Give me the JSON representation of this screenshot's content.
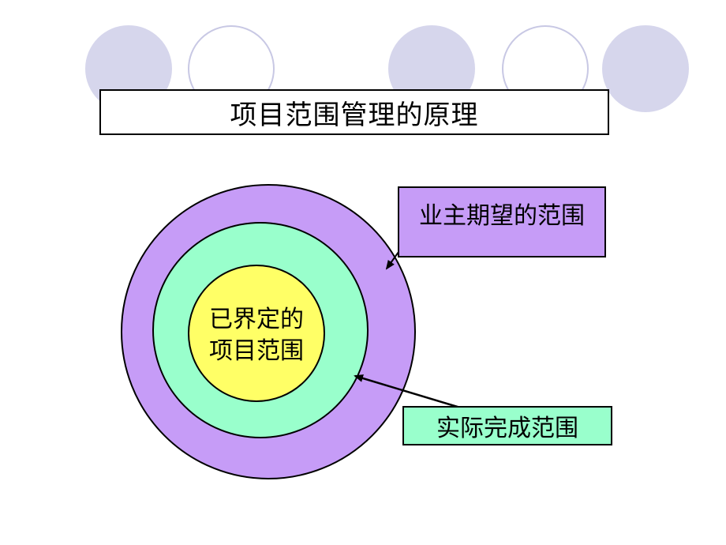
{
  "slide": {
    "title": "项目范围管理的原理"
  },
  "diagram": {
    "outer_label": "业主期望的范围",
    "middle_label": "实际完成范围",
    "inner_label_line1": "已界定的",
    "inner_label_line2": "项目范围"
  },
  "colors": {
    "outer_ring": "#c69cf7",
    "middle_ring": "#99ffcc",
    "inner_circle": "#ffff66",
    "deco_filled": "#d6d6ec",
    "deco_outline": "#c8c8e4",
    "border": "#000000"
  }
}
